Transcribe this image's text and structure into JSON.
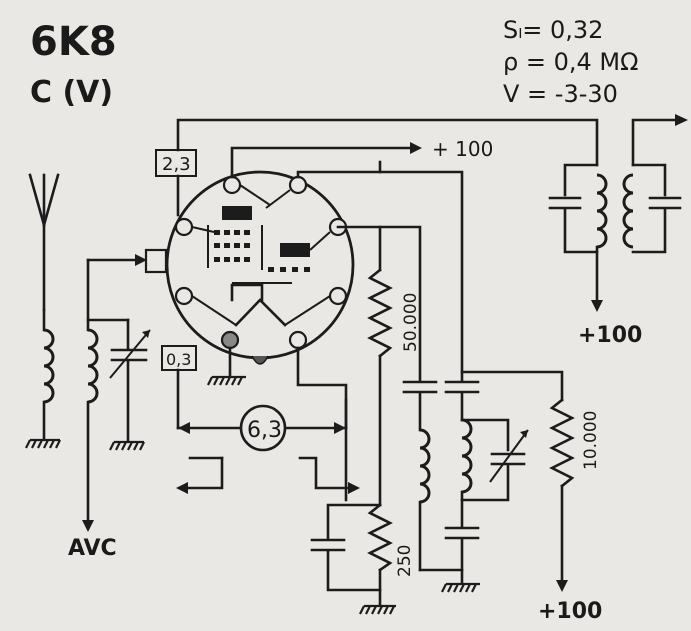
{
  "tube": {
    "type": "6K8",
    "subtitle": "C (V)"
  },
  "specs": [
    "Sₗ= 0,32",
    "ρ  = 0,4 MΩ",
    "V  = -3-30"
  ],
  "labels": {
    "plus100_top": "+ 100",
    "plus100_if": "+100",
    "plus100_bottom": "+100",
    "avc": "AVC",
    "pin_2_3": "2,3",
    "pin_0_3": "0,3",
    "heater": "6,3",
    "r_50000": "50.000",
    "r_250": "250",
    "r_10000": "10.000"
  },
  "colors": {
    "ink": "#1c1c1c",
    "paper": "#e9e8e4"
  }
}
